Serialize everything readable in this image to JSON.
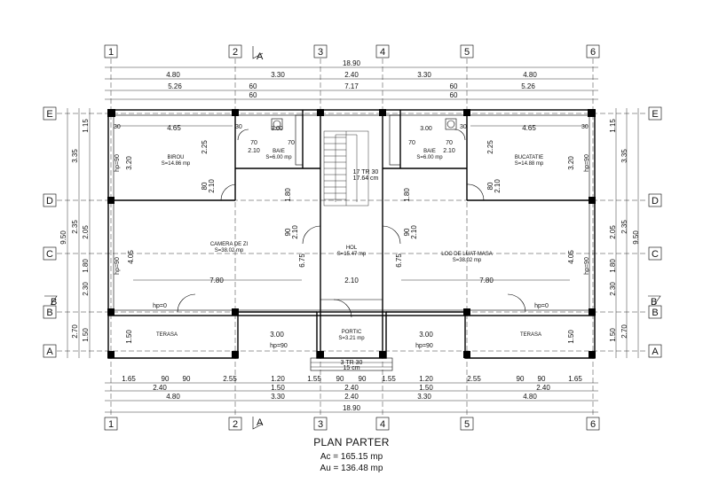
{
  "title": "PLAN PARTER",
  "areas": {
    "ac": "Ac = 165.15 mp",
    "au": "Au = 136.48 mp"
  },
  "grid": {
    "columns": [
      "1",
      "2",
      "3",
      "4",
      "5",
      "6"
    ],
    "rows": [
      "E",
      "D",
      "C",
      "B",
      "A"
    ]
  },
  "section_marks": {
    "a": "A",
    "b": "B"
  },
  "overall_width": "18.90",
  "overall_depth": "9.50",
  "top_dims": {
    "row1": [
      "4.80",
      "3.30",
      "2.40",
      "3.30",
      "4.80"
    ],
    "row2": [
      "5.26",
      "60",
      "7.17",
      "60",
      "5.26"
    ],
    "row2b": [
      "60",
      "60"
    ],
    "row3_left": [
      "30",
      "4.65",
      "30",
      "70",
      "3.00",
      "70"
    ],
    "row3_right": [
      "70",
      "3.00",
      "70",
      "30",
      "4.65",
      "30"
    ]
  },
  "bottom_dims": {
    "row1": [
      "1.65",
      "90",
      "90",
      "2.55",
      "1.20",
      "1.55",
      "90",
      "90",
      "1.55",
      "1.20",
      "2.55",
      "90",
      "90",
      "1.65"
    ],
    "row2": [
      "2.40",
      "1.50",
      "2.40",
      "1.50",
      "2.40"
    ],
    "row3": [
      "4.80",
      "3.30",
      "2.40",
      "3.30",
      "4.80"
    ],
    "total": "18.90"
  },
  "side_dims": {
    "outer": [
      "3.35",
      "2.35",
      "1.15",
      "1.50",
      "2.70"
    ],
    "inner": [
      "1.15",
      "3.20",
      "2.05",
      "1.80",
      "2.30",
      "1.50"
    ],
    "openings": [
      "hp=90",
      "hp=90",
      "1.50",
      "1.50"
    ]
  },
  "rooms": [
    {
      "name": "BIROU",
      "area": "S=14.86 mp"
    },
    {
      "name": "BAIE",
      "area": "S=6.00 mp"
    },
    {
      "name": "BAIE",
      "area": "S=6.00 mp"
    },
    {
      "name": "BUCATATIE",
      "area": "S=14.88 mp"
    },
    {
      "name": "CAMERA DE ZI",
      "area": "S=38.02 mp"
    },
    {
      "name": "HOL",
      "area": "S=15.47 mp"
    },
    {
      "name": "LOC DE LUAT MASA",
      "area": "S=38.02 mp"
    },
    {
      "name": "TERASA",
      "area": ""
    },
    {
      "name": "PORTIC",
      "area": "S=3.21 mp"
    },
    {
      "name": "TERASA",
      "area": ""
    }
  ],
  "door_labels": {
    "d1": "80",
    "d1h": "2.10",
    "d2": "70",
    "d2h": "2.10",
    "d3": "90",
    "d3h": "2.10",
    "d4": "90",
    "d4h": "2.10",
    "d5": "80",
    "d5h": "2.10",
    "d6": "70",
    "d6h": "2.10",
    "win1": "2.10",
    "win2": "2.10"
  },
  "misc": {
    "stairs": "17 TR 30",
    "stairs2": "17.64 cm",
    "steps": "3 TR 30",
    "steps2": "15 cm",
    "hp_terrace": "hp=0",
    "hp_win": "hp=90",
    "width_780": "7.80",
    "width_210": "2.10",
    "width_300": "3.00",
    "height_675": "6.75",
    "height_405": "4.05",
    "h225": "2.25",
    "h180": "1.80",
    "h90": "90"
  }
}
